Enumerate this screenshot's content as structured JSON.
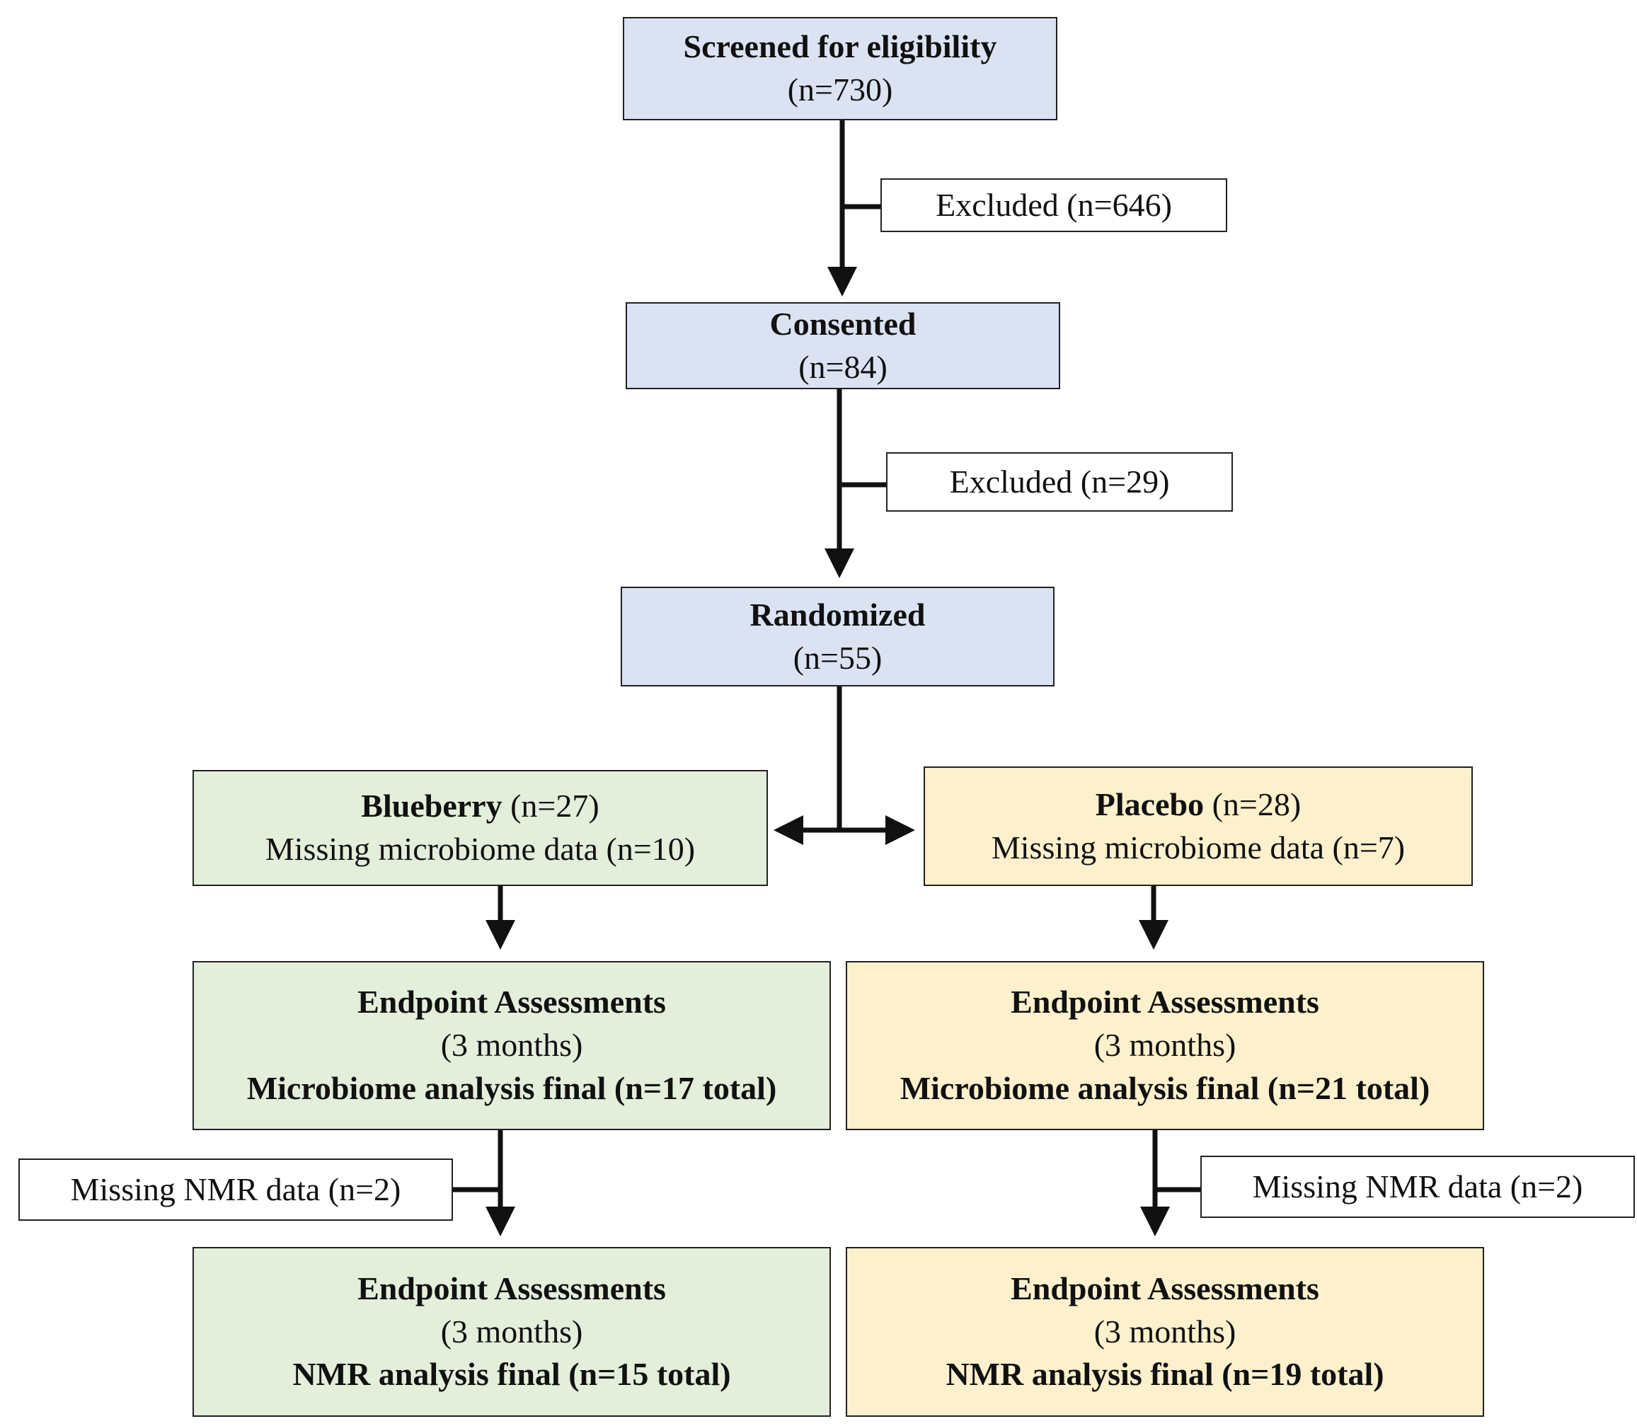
{
  "screened": {
    "title": "Screened for eligibility",
    "count": "(n=730)"
  },
  "excluded_1": {
    "label": "Excluded (n=646)"
  },
  "consented": {
    "title": "Consented",
    "count": "(n=84)"
  },
  "excluded_2": {
    "label": "Excluded (n=29)"
  },
  "randomized": {
    "title": "Randomized",
    "count": "(n=55)"
  },
  "blueberry": {
    "title": "Blueberry",
    "count": " (n=27)",
    "missing": "Missing microbiome data (n=10)"
  },
  "placebo": {
    "title": "Placebo",
    "count": " (n=28)",
    "missing": "Missing microbiome data (n=7)"
  },
  "blueberry_micro": {
    "title": "Endpoint Assessments",
    "period": "(3 months)",
    "final": "Microbiome analysis final (n=17 total)"
  },
  "placebo_micro": {
    "title": "Endpoint Assessments",
    "period": "(3 months)",
    "final": "Microbiome analysis final (n=21 total)"
  },
  "blueberry_nmr_missing": {
    "label": "Missing NMR data (n=2)"
  },
  "placebo_nmr_missing": {
    "label": "Missing NMR data (n=2)"
  },
  "blueberry_nmr": {
    "title": "Endpoint Assessments",
    "period": "(3 months)",
    "final": "NMR analysis final (n=15 total)"
  },
  "placebo_nmr": {
    "title": "Endpoint Assessments",
    "period": "(3 months)",
    "final": "NMR analysis final (n=19 total)"
  },
  "colors": {
    "stage": "#dbe3f3",
    "blueberry": "#e3eedb",
    "placebo": "#fdf0cc",
    "line": "#111111"
  }
}
